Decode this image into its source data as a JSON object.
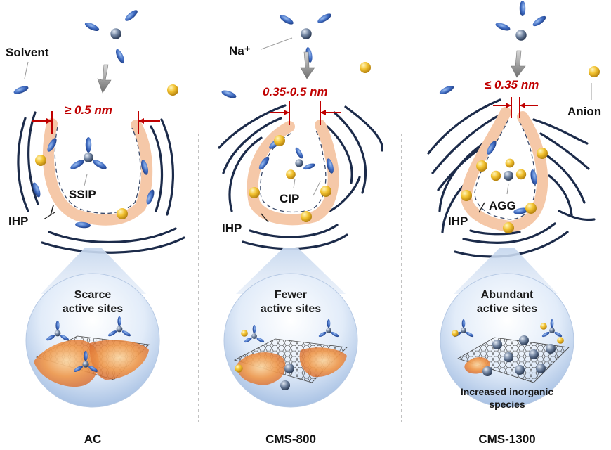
{
  "labels": {
    "solvent": "Solvent",
    "na_ion": "Na⁺",
    "anion": "Anion",
    "ihp": "IHP"
  },
  "panels": [
    {
      "name": "AC",
      "pore_size": "≥ 0.5 nm",
      "species": "SSIP",
      "bubble_line1": "Scarce",
      "bubble_line2": "active sites"
    },
    {
      "name": "CMS-800",
      "pore_size": "0.35-0.5 nm",
      "species": "CIP",
      "bubble_line1": "Fewer",
      "bubble_line2": "active sites"
    },
    {
      "name": "CMS-1300",
      "pore_size": "≤ 0.35 nm",
      "species": "AGG",
      "bubble_line1": "Abundant",
      "bubble_line2": "active sites",
      "note_line1": "Increased inorganic",
      "note_line2": "species"
    }
  ],
  "colors": {
    "carbon_layer": "#1c2b4a",
    "ihp_region": "#f5c8a8",
    "dimension_text": "#c00000",
    "solvent": "#3e6ac0",
    "anion": "#f2c230",
    "sodium": "#5a6f8c"
  }
}
